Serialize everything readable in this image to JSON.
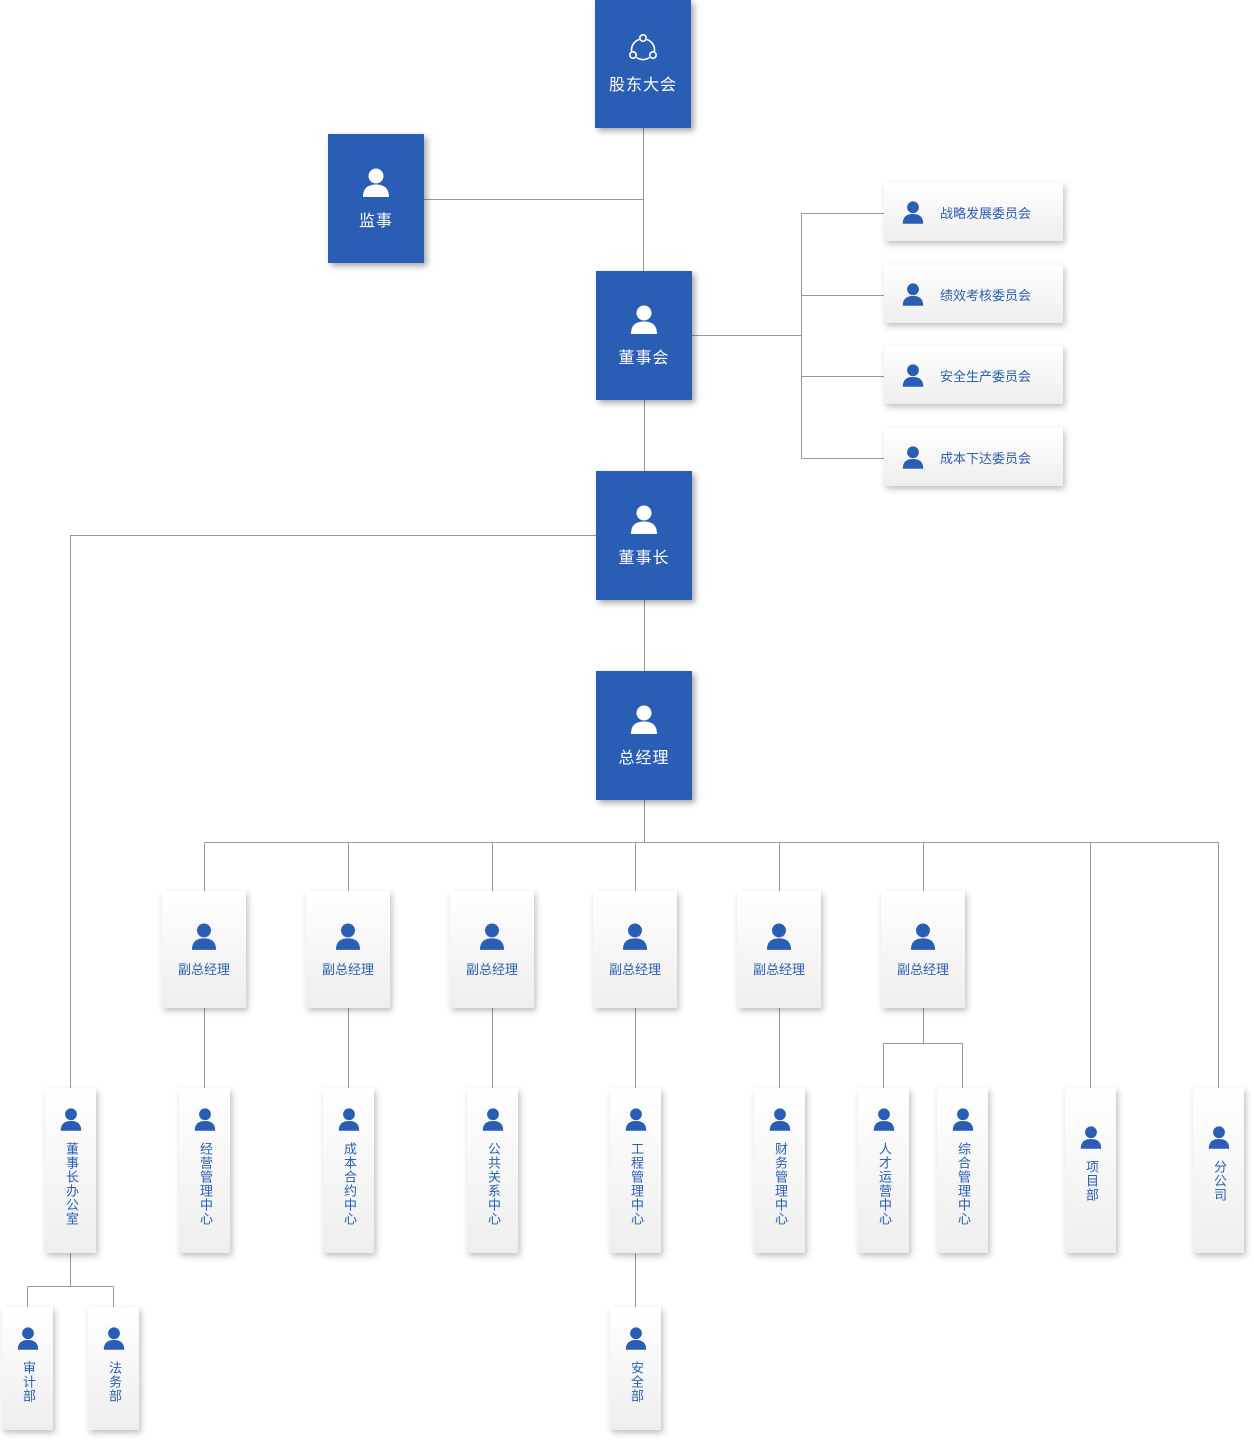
{
  "org_chart": {
    "colors": {
      "accent": "#2a5db4",
      "line": "#999999",
      "card_bg": "#f2f2f2",
      "text_white": "#ffffff"
    },
    "top": [
      {
        "id": "shareholders",
        "label": "股东大会",
        "icon": "network-icon"
      },
      {
        "id": "supervisor",
        "label": "监事",
        "icon": "person-icon"
      },
      {
        "id": "board",
        "label": "董事会",
        "icon": "person-icon"
      },
      {
        "id": "chairman",
        "label": "董事长",
        "icon": "person-icon"
      },
      {
        "id": "gm",
        "label": "总经理",
        "icon": "person-icon"
      }
    ],
    "committees": [
      {
        "label": "战略发展委员会",
        "icon": "person-icon"
      },
      {
        "label": "绩效考核委员会",
        "icon": "person-icon"
      },
      {
        "label": "安全生产委员会",
        "icon": "person-icon"
      },
      {
        "label": "成本下达委员会",
        "icon": "person-icon"
      }
    ],
    "vice_managers": [
      {
        "label": "副总经理"
      },
      {
        "label": "副总经理"
      },
      {
        "label": "副总经理"
      },
      {
        "label": "副总经理"
      },
      {
        "label": "副总经理"
      },
      {
        "label": "副总经理"
      }
    ],
    "departments": [
      {
        "label": "董事长办公室"
      },
      {
        "label": "经营管理中心"
      },
      {
        "label": "成本合约中心"
      },
      {
        "label": "公共关系中心"
      },
      {
        "label": "工程管理中心"
      },
      {
        "label": "财务管理中心"
      },
      {
        "label": "人才运营中心"
      },
      {
        "label": "综合管理中心"
      },
      {
        "label": "项目部"
      },
      {
        "label": "分公司"
      },
      {
        "label": "审计部"
      },
      {
        "label": "法务部"
      },
      {
        "label": "安全部"
      }
    ]
  }
}
